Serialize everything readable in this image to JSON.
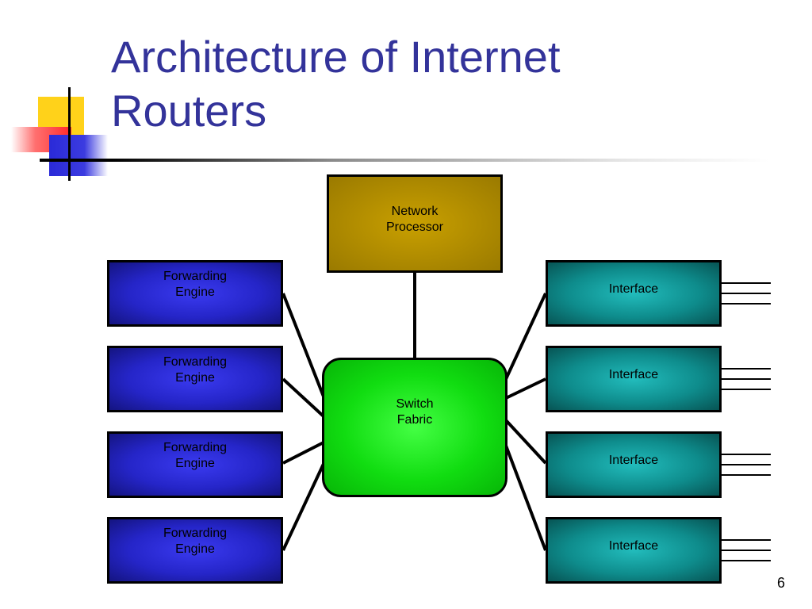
{
  "slide": {
    "title_line1": "Architecture of Internet",
    "title_line2": "Routers",
    "page_number": "6"
  },
  "diagram": {
    "network_processor": "Network\nProcessor",
    "switch_fabric": "Switch\nFabric",
    "forwarding_engines": [
      "Forwarding\nEngine",
      "Forwarding\nEngine",
      "Forwarding\nEngine",
      "Forwarding\nEngine"
    ],
    "interfaces": [
      "Interface",
      "Interface",
      "Interface",
      "Interface"
    ],
    "colors": {
      "title": "#33339a",
      "network_processor": "#b08c00",
      "switch_fabric": "#22dd22",
      "forwarding_engine": "#2a2ad0",
      "interface": "#0e8c8c"
    }
  }
}
